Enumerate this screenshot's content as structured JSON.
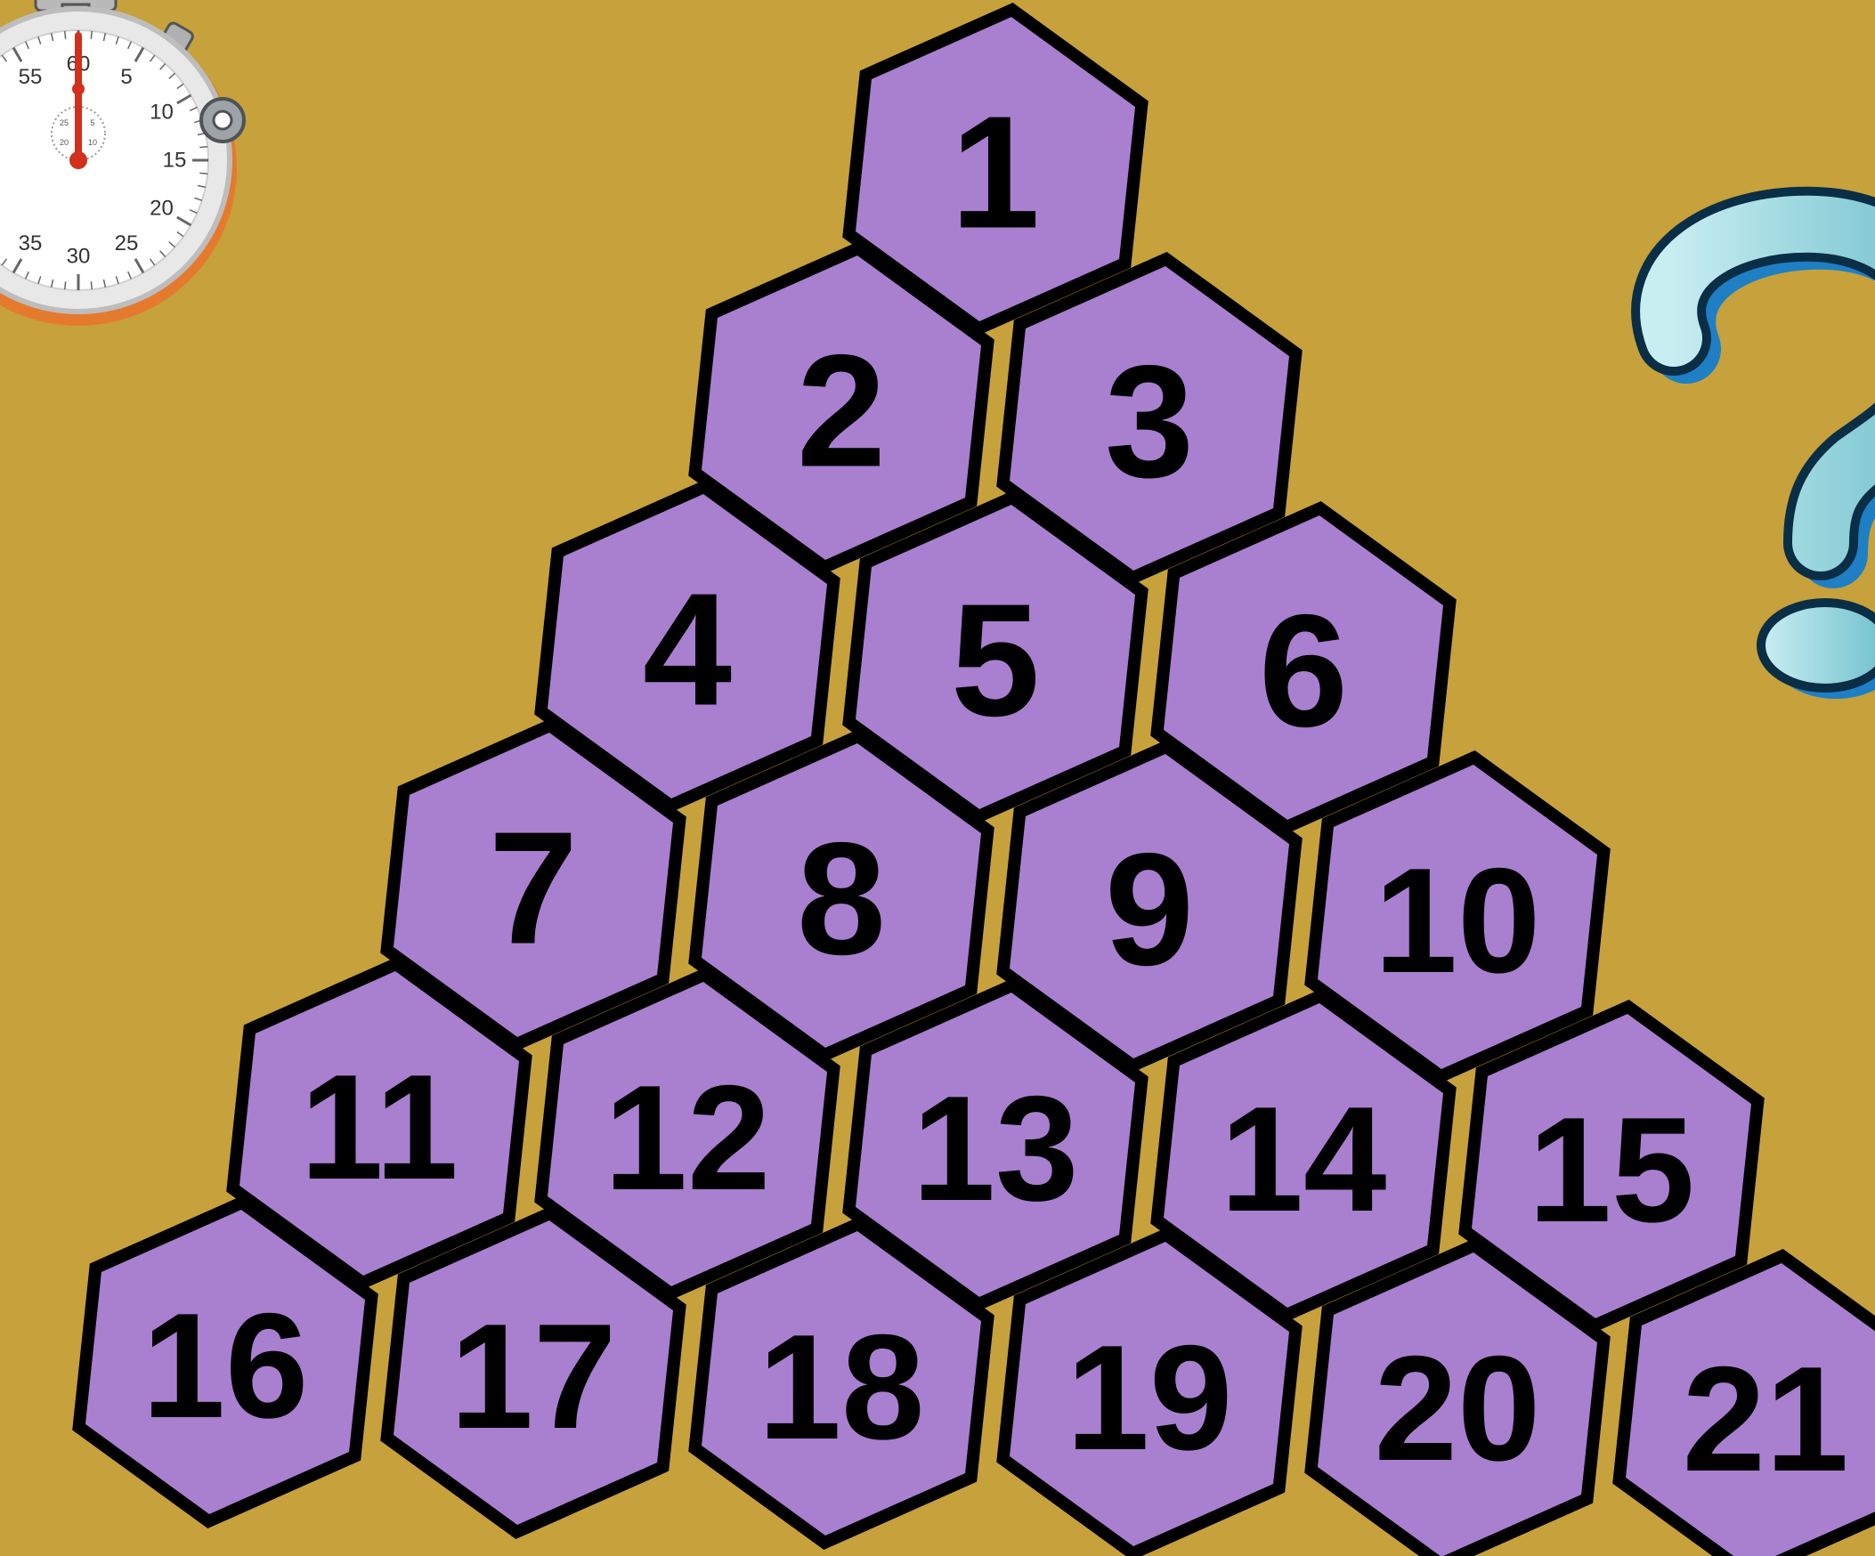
{
  "puzzle": {
    "rows": [
      [
        "1"
      ],
      [
        "2",
        "3"
      ],
      [
        "4",
        "5",
        "6"
      ],
      [
        "7",
        "8",
        "9",
        "10"
      ],
      [
        "11",
        "12",
        "13",
        "14",
        "15"
      ],
      [
        "16",
        "17",
        "18",
        "19",
        "20",
        "21"
      ]
    ],
    "tile_color": "#a97fd0",
    "outline_color": "#000000"
  },
  "stopwatch": {
    "icon": "stopwatch-icon",
    "dial_labels": [
      "55",
      "60",
      "5",
      "10",
      "15",
      "20",
      "25",
      "30",
      "35"
    ],
    "inner_labels": [
      "25",
      "5",
      "20",
      "10"
    ]
  },
  "question_mark": {
    "icon": "question-mark-icon",
    "glyph": "?",
    "color": "#7fcad3"
  },
  "background_color": "#c6a13c"
}
